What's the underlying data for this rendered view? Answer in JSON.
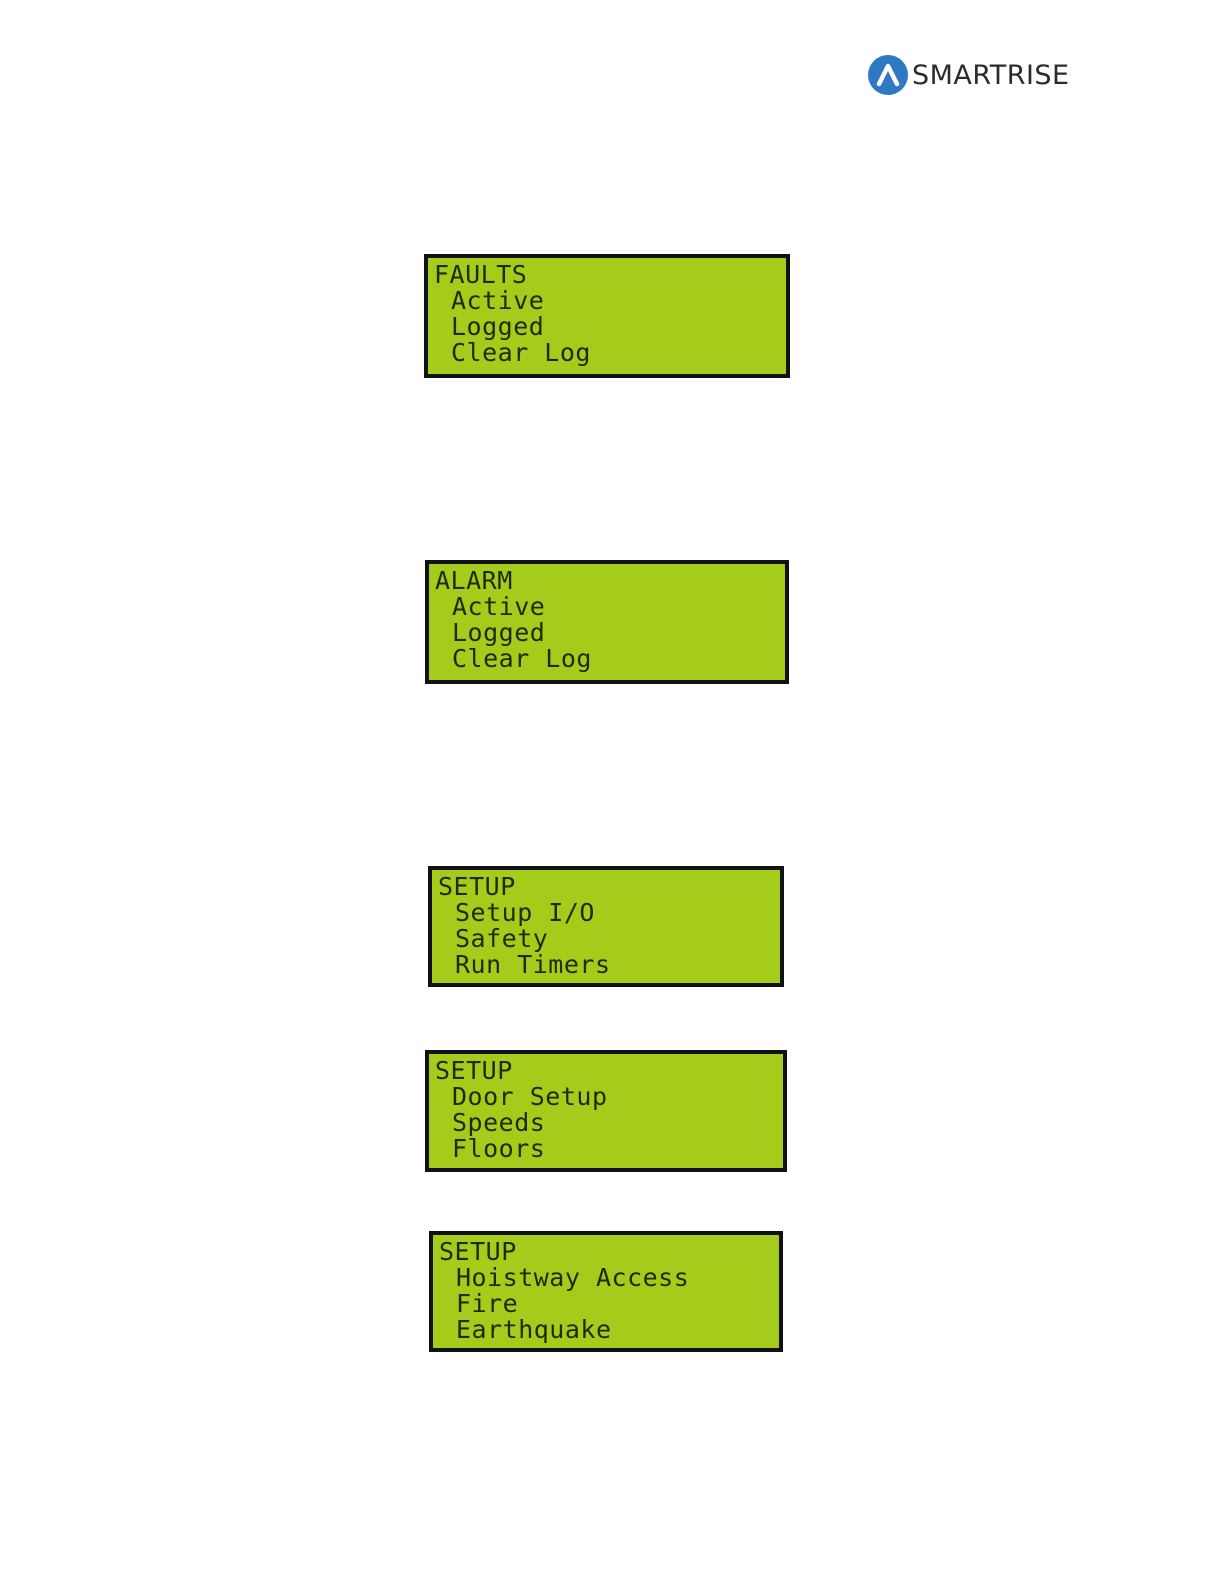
{
  "header": {
    "logo_text": "SMARTRISE",
    "logo_color": "#2f78c4"
  },
  "lcd_color": "#a5cc1b",
  "screens": [
    {
      "title": "FAULTS",
      "items": [
        "Active",
        "Logged",
        "Clear Log"
      ]
    },
    {
      "title": "ALARM",
      "items": [
        "Active",
        "Logged",
        "Clear Log"
      ]
    },
    {
      "title": "SETUP",
      "items": [
        "Setup I/O",
        "Safety",
        "Run Timers"
      ]
    },
    {
      "title": "SETUP",
      "items": [
        "Door Setup",
        "Speeds",
        "Floors"
      ]
    },
    {
      "title": "SETUP",
      "items": [
        "Hoistway Access",
        "Fire",
        "Earthquake"
      ]
    }
  ]
}
